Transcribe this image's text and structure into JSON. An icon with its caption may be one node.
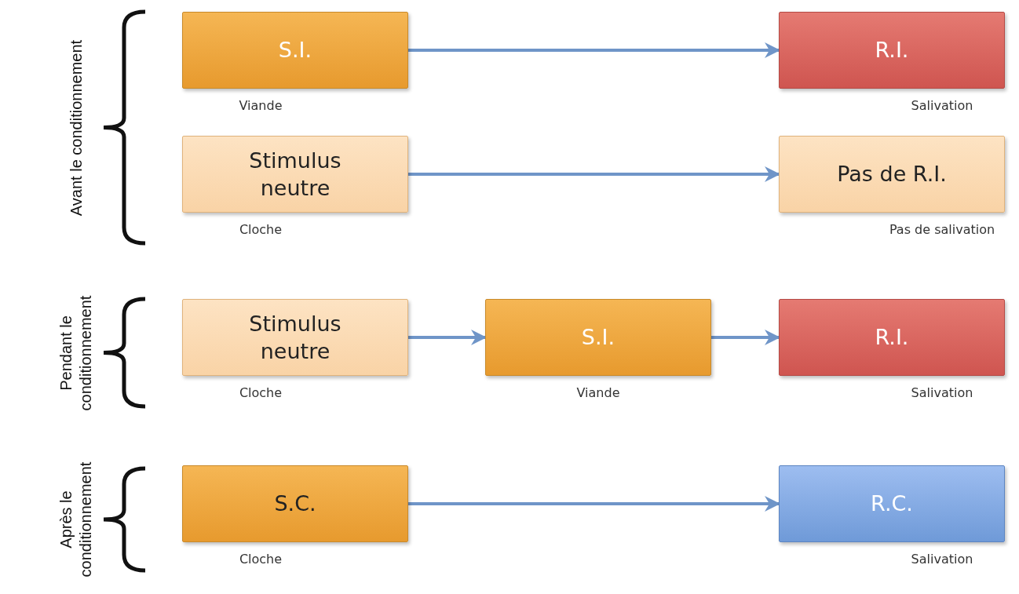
{
  "diagram": {
    "nodes": [
      {
        "text": [
          "S.I."
        ],
        "beside": [
          "Viande"
        ]
      },
      {
        "text": [
          "R.I."
        ],
        "beside": [
          "Salivation"
        ]
      },
      {
        "text": [
          "Stimulus neutre"
        ],
        "beside": [
          "Cloche"
        ]
      },
      {
        "text": [
          "Pas de R.I."
        ],
        "beside": [
          "Pas de salivation"
        ]
      },
      {
        "text": [
          "Stimulus neutre"
        ],
        "beside": [
          "Cloche"
        ]
      },
      {
        "text": [
          "S.I."
        ],
        "beside": [
          "Viande"
        ]
      },
      {
        "text": [
          "R.I."
        ],
        "beside": [
          "Salivation"
        ]
      },
      {
        "text": [
          "S.C."
        ],
        "beside": [
          "Cloche"
        ]
      },
      {
        "text": [
          "R.C."
        ],
        "beside": [
          "Salivation"
        ]
      }
    ],
    "edges": [
      {
        "from": 0,
        "to": 1,
        "arrow": "to"
      },
      {
        "from": 2,
        "to": 3,
        "arrow": "to"
      },
      {
        "from": 4,
        "to": 5,
        "arrow": "to"
      },
      {
        "from": 5,
        "to": 6,
        "arrow": "to"
      },
      {
        "from": 7,
        "to": 8,
        "arrow": "to"
      }
    ],
    "labels": [
      "Avant le conditionnement",
      "Pendant le conditionnement",
      "Après le conditionnement"
    ]
  }
}
